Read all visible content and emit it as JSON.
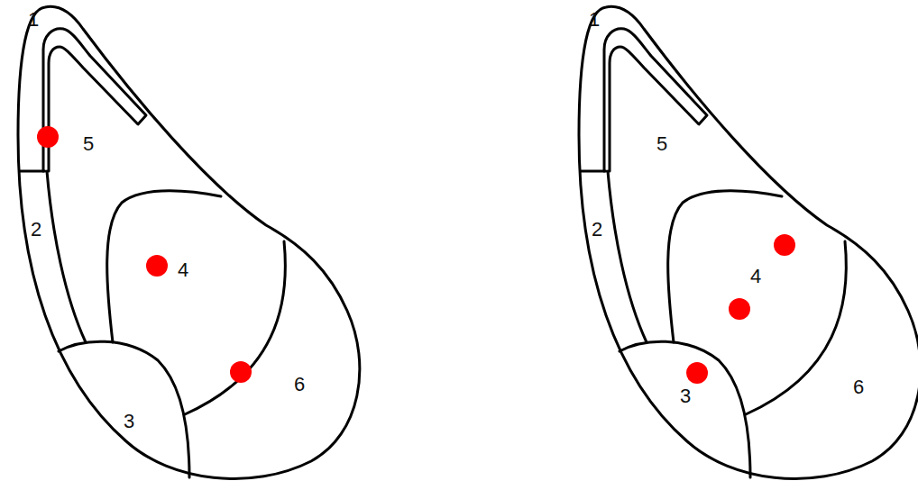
{
  "diagram": {
    "labels": [
      "1",
      "5",
      "2",
      "4",
      "3",
      "6",
      "1",
      "5",
      "2",
      "4",
      "3",
      "6"
    ]
  }
}
